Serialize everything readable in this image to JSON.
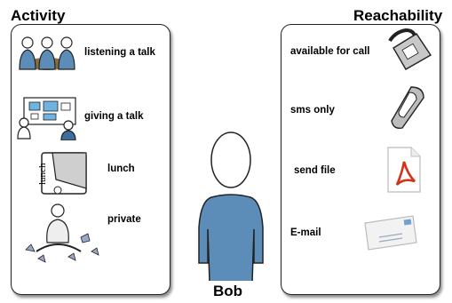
{
  "activity": {
    "heading": "Activity",
    "items": [
      {
        "label": "listening a talk",
        "icon": "audience-icon"
      },
      {
        "label": "giving a talk",
        "icon": "presenter-icon"
      },
      {
        "label": "lunch",
        "icon": "lunch-box-icon"
      },
      {
        "label": "private",
        "icon": "playing-person-icon"
      }
    ]
  },
  "reachability": {
    "heading": "Reachability",
    "items": [
      {
        "label": "available for call",
        "icon": "desk-phone-icon"
      },
      {
        "label": "sms only",
        "icon": "mobile-phone-icon"
      },
      {
        "label": "send file",
        "icon": "pdf-file-icon"
      },
      {
        "label": "E-mail",
        "icon": "envelope-icon"
      }
    ]
  },
  "person": {
    "name": "Bob",
    "shirt_color": "#5b8db8"
  }
}
